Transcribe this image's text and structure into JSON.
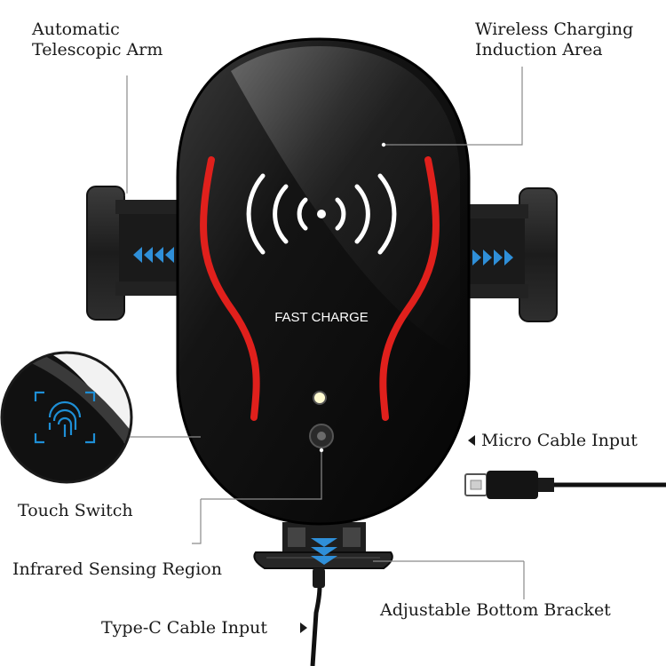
{
  "labels": {
    "telescopic_arm_line1": "Automatic",
    "telescopic_arm_line2": "Telescopic Arm",
    "induction_area_line1": "Wireless Charging",
    "induction_area_line2": "Induction Area",
    "touch_switch": "Touch Switch",
    "infrared_region": "Infrared Sensing Region",
    "micro_cable": "Micro Cable Input",
    "bottom_bracket": "Adjustable Bottom Bracket",
    "type_c_cable": "Type-C Cable Input"
  },
  "device": {
    "fast_charge_text": "FAST CHARGE"
  },
  "icons": {
    "wireless": "wireless-waves-icon",
    "fingerprint": "fingerprint-icon",
    "arrow_left": "left-arrow-icon",
    "arrow_right": "right-arrow-icon"
  },
  "colors": {
    "body": "#0d0d0d",
    "accent_red": "#e0201c",
    "touch_blue": "#1e8fd6",
    "arrow_blue": "#2f8fd8"
  }
}
